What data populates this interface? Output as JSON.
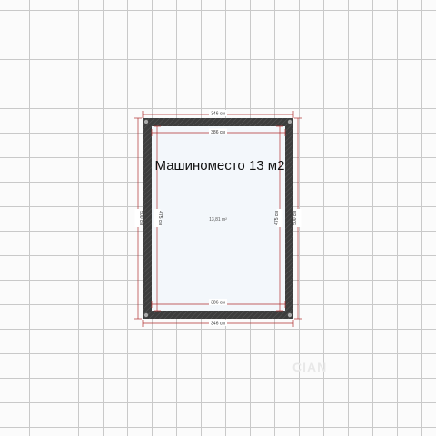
{
  "room": {
    "name": "Машиноместо 13 м2",
    "area": "13,81 m²"
  },
  "dimensions": {
    "top_outer": "346 см",
    "top_inner": "386 см",
    "bottom_inner": "386 см",
    "bottom_outer": "346 см",
    "left_outer": "500 см",
    "left_inner": "475 см",
    "right_inner": "475 см",
    "right_outer": "500 см"
  },
  "watermark": "CIAN",
  "colors": {
    "wall": "#3d3d3d",
    "dimension_line": "#b03030",
    "room_fill": "#f3f7fb",
    "grid": "#c9c9c9"
  }
}
